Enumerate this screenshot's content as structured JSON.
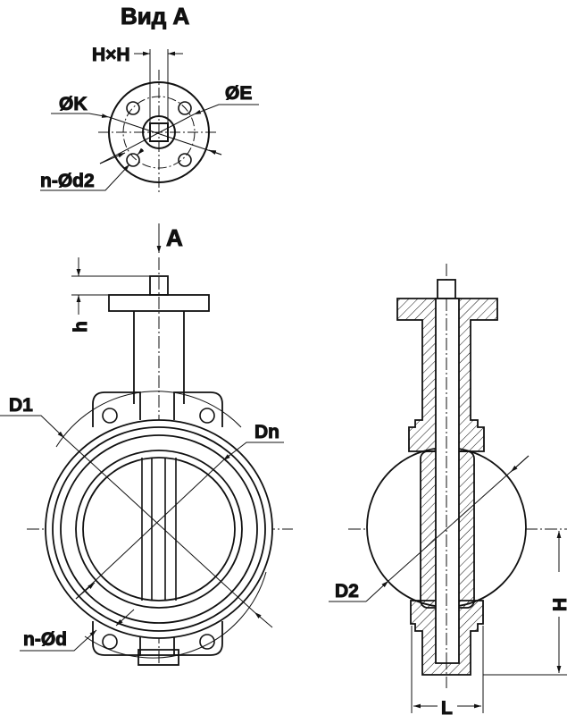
{
  "title": "Вид А",
  "view_top": {
    "square_label": "H×H",
    "bolt_circle_label": "ØK",
    "outer_label": "ØE",
    "holes_label": "n-Ød2"
  },
  "view_front": {
    "arrow_label": "A",
    "stem_height_label": "h",
    "d1_label": "D1",
    "dn_label": "Dn",
    "holes_label": "n-Ød"
  },
  "view_side": {
    "d2_label": "D2",
    "height_label": "H",
    "length_label": "L"
  },
  "colors": {
    "line": "#111111",
    "background": "#ffffff"
  }
}
